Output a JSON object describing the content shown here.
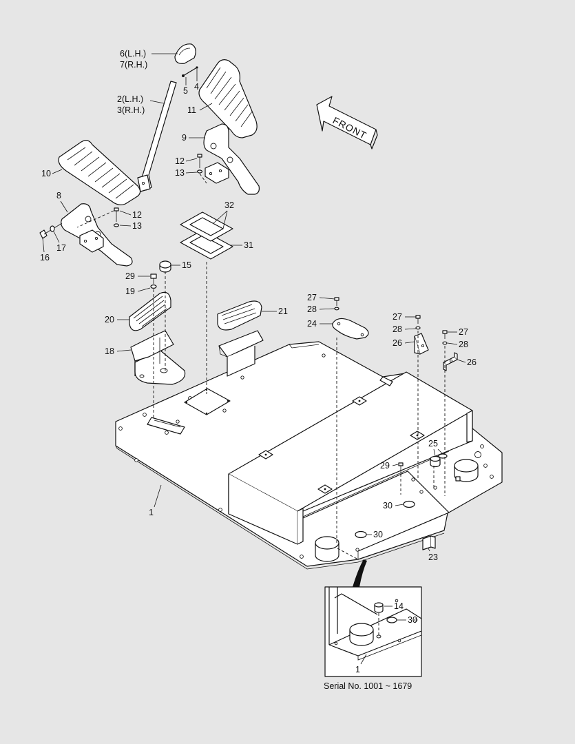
{
  "callouts": {
    "c1": "1",
    "c2": "2(L.H.)",
    "c3": "3(R.H.)",
    "c4": "4",
    "c5": "5",
    "c6": "6(L.H.)",
    "c7": "7(R.H.)",
    "c8": "8",
    "c9": "9",
    "c10": "10",
    "c11": "11",
    "c12": "12",
    "c13": "13",
    "c14": "14",
    "c15": "15",
    "c16": "16",
    "c17": "17",
    "c18": "18",
    "c19": "19",
    "c20": "20",
    "c21": "21",
    "c23": "23",
    "c24": "24",
    "c25": "25",
    "c26": "26",
    "c27": "27",
    "c28": "28",
    "c29": "29",
    "c30": "30",
    "c31": "31",
    "c32": "32"
  },
  "front_label": "FRONT",
  "inset_caption": "Serial No. 1001 ~ 1679"
}
